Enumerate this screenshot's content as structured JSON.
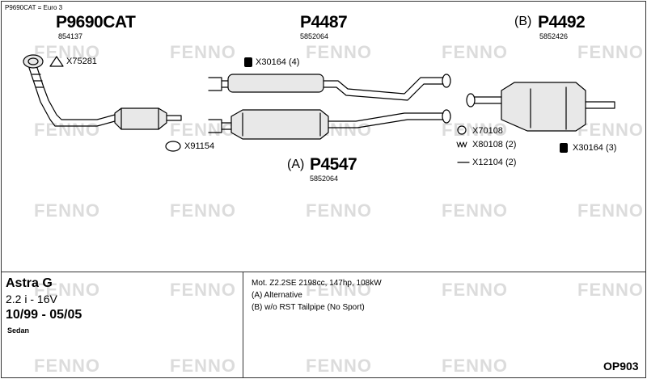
{
  "header_note": "P9690CAT = Euro 3",
  "watermark": "FENNO",
  "parts": {
    "p9690cat": {
      "number": "P9690CAT",
      "code": "854137"
    },
    "p4487": {
      "number": "P4487",
      "code": "5852064"
    },
    "p4492": {
      "prefix": "(B)",
      "number": "P4492",
      "code": "5852426"
    },
    "p4547": {
      "prefix": "(A)",
      "number": "P4547",
      "code": "5852064"
    }
  },
  "accessories": {
    "x75281": "X75281",
    "x30164_4": "X30164 (4)",
    "x91154": "X91154",
    "x70108": "X70108",
    "x80108": "X80108 (2)",
    "x12104": "X12104 (2)",
    "x30164_3": "X30164 (3)"
  },
  "vehicle": {
    "model": "Astra G",
    "engine": "2.2 i - 16V",
    "years": "10/99 - 05/05",
    "body": "Sedan"
  },
  "notes": {
    "motor": "Mot. Z2.2SE 2198cc, 147hp, 108kW",
    "a": "(A) Alternative",
    "b": "(B) w/o RST Tailpipe (No Sport)"
  },
  "diagram_code": "OP903",
  "colors": {
    "ink": "#000000",
    "watermark": "#dcdcdc",
    "part_fill": "#e8e8e8"
  }
}
